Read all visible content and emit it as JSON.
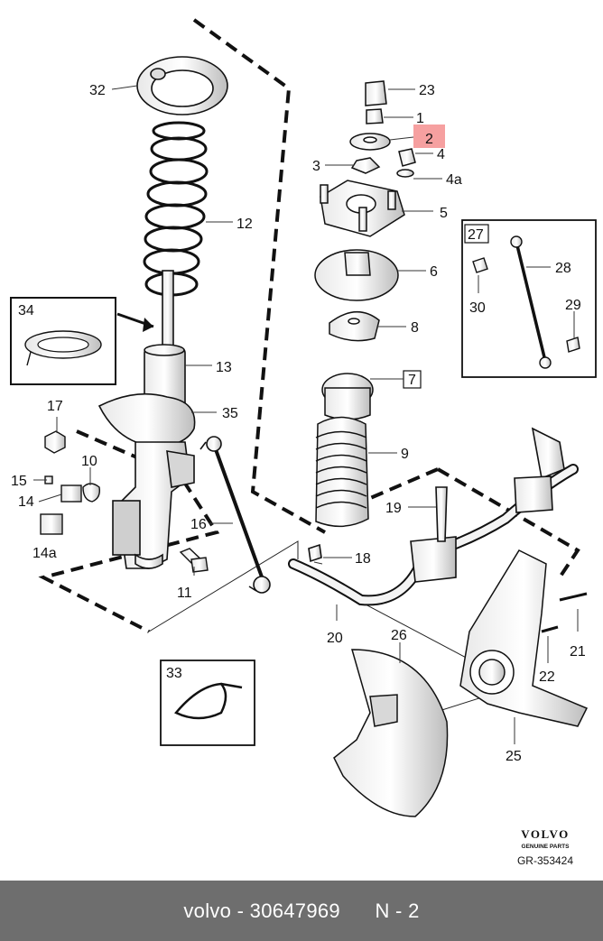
{
  "diagram": {
    "part_labels": [
      "32",
      "12",
      "34",
      "13",
      "35",
      "17",
      "10",
      "15",
      "14",
      "14a",
      "11",
      "16",
      "23",
      "1",
      "2",
      "4",
      "3",
      "4a",
      "5",
      "6",
      "8",
      "7",
      "9",
      "19",
      "18",
      "20",
      "27",
      "28",
      "30",
      "29",
      "26",
      "21",
      "22",
      "25",
      "33"
    ],
    "highlighted_label": "2",
    "boxed_labels": [
      "7"
    ],
    "brand": "VOLVO",
    "brand_sub": "GENUINE PARTS",
    "drawing_code": "GR-353424"
  },
  "footer": {
    "part_text": "volvo - 30647969",
    "position_text": "N - 2"
  },
  "colors": {
    "highlight": "#f6a0a0",
    "footer_bg": "#6e6e6e",
    "footer_text": "#ffffff"
  }
}
